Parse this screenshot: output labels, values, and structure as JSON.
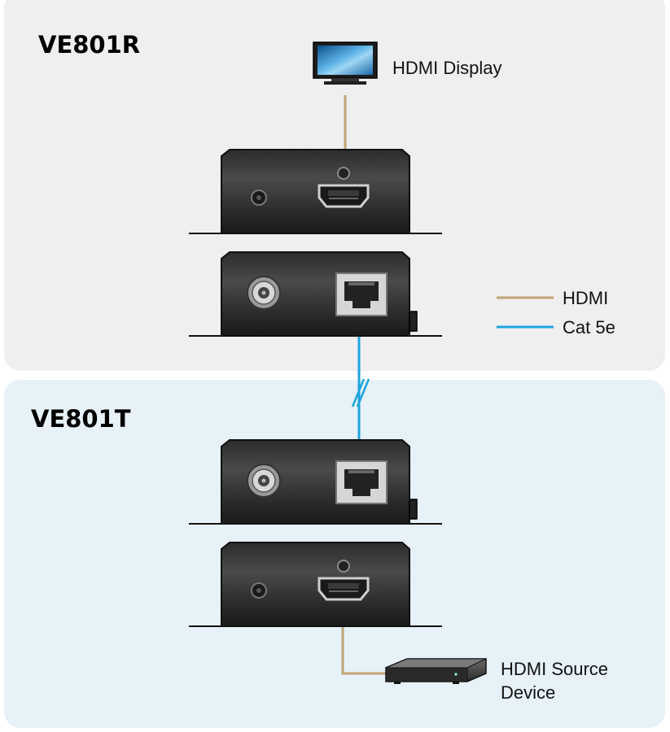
{
  "receiver": {
    "title": "VE801R",
    "panel_color": "#efefef"
  },
  "transmitter": {
    "title": "VE801T",
    "panel_color": "#e6f1f8"
  },
  "display": {
    "label": "HDMI Display",
    "icon": "monitor-icon"
  },
  "source": {
    "label_line1": "HDMI Source",
    "label_line2": "Device",
    "icon": "set-top-box-icon"
  },
  "legend": {
    "hdmi": {
      "label": "HDMI",
      "color": "#c0a474"
    },
    "cat5e": {
      "label": "Cat 5e",
      "color": "#1ea5dd"
    }
  }
}
